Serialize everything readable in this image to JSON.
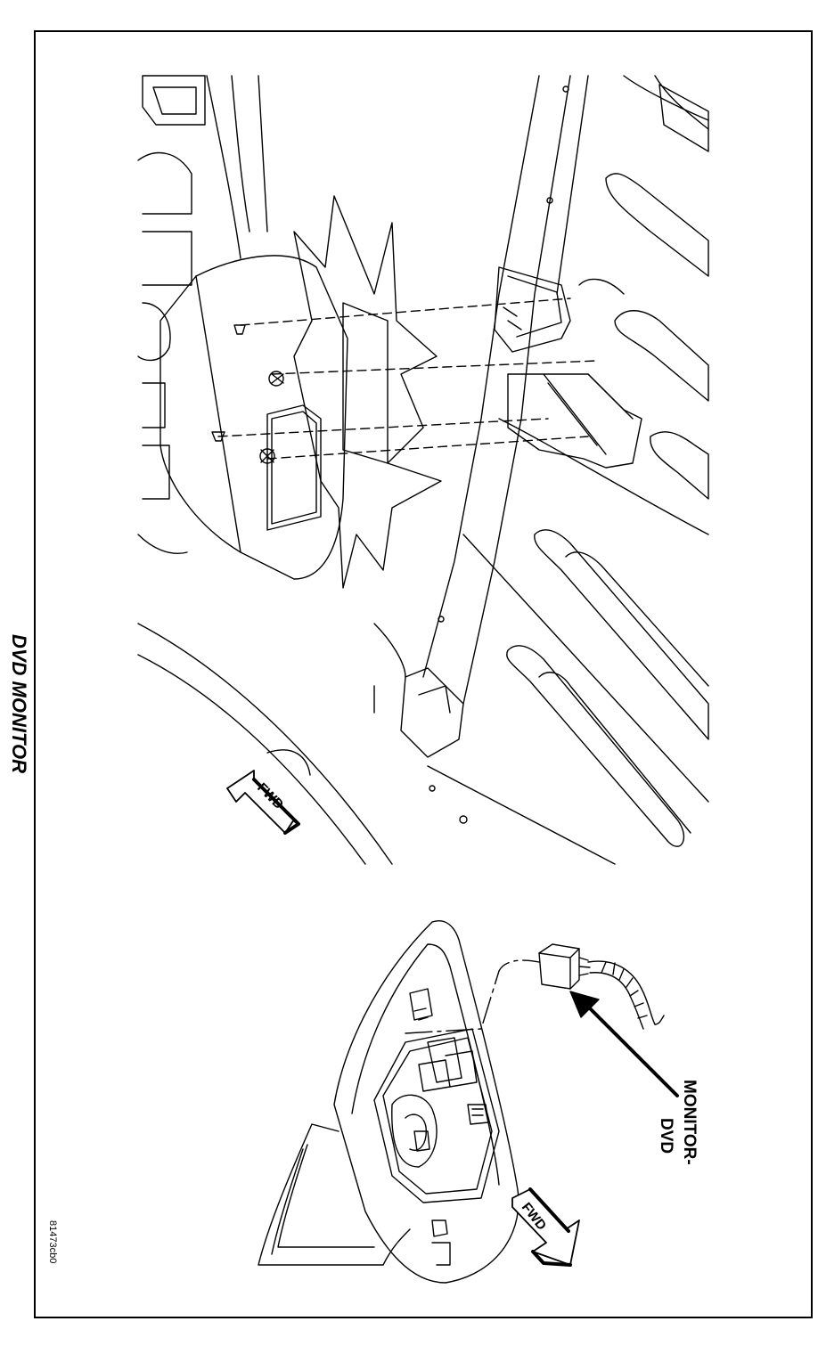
{
  "figure": {
    "title": "DVD MONITOR",
    "figure_id": "81473cb0"
  },
  "labels": {
    "fwd_upper": "FWD",
    "fwd_lower": "FWD",
    "callout_line1": "MONITOR-",
    "callout_line2": "DVD"
  },
  "colors": {
    "ink": "#000000",
    "paper": "#ffffff"
  }
}
